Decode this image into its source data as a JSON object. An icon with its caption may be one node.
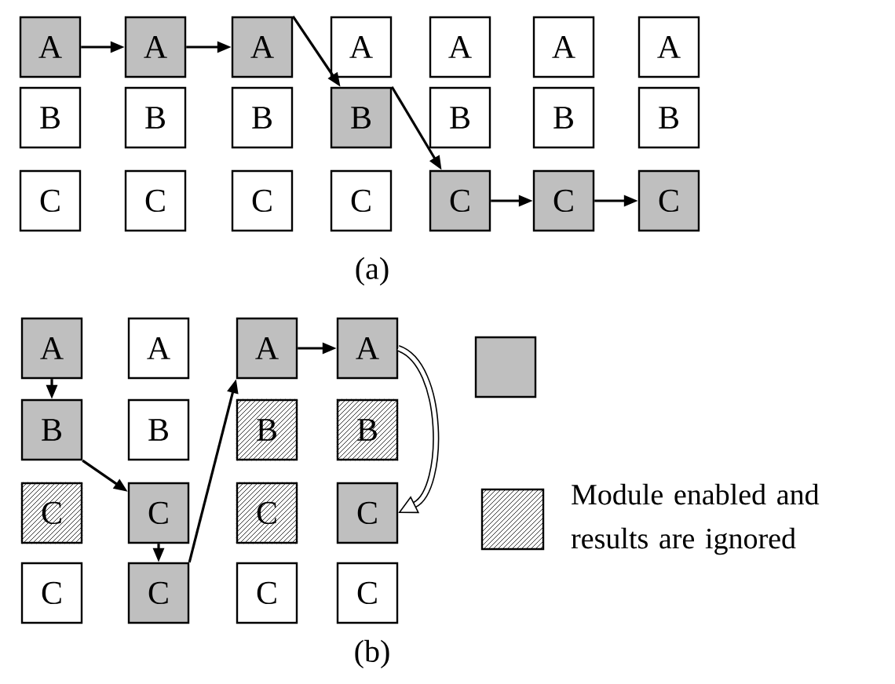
{
  "diagram": {
    "nodes": [
      {
        "text": [
          "A"
        ]
      },
      {
        "text": [
          "A"
        ]
      },
      {
        "text": [
          "A"
        ]
      },
      {
        "text": [
          "A"
        ]
      },
      {
        "text": [
          "A"
        ]
      },
      {
        "text": [
          "A"
        ]
      },
      {
        "text": [
          "A"
        ]
      },
      {
        "text": [
          "B"
        ]
      },
      {
        "text": [
          "B"
        ]
      },
      {
        "text": [
          "B"
        ]
      },
      {
        "text": [
          "B"
        ]
      },
      {
        "text": [
          "B"
        ]
      },
      {
        "text": [
          "B"
        ]
      },
      {
        "text": [
          "B"
        ]
      },
      {
        "text": [
          "C"
        ]
      },
      {
        "text": [
          "C"
        ]
      },
      {
        "text": [
          "C"
        ]
      },
      {
        "text": [
          "C"
        ]
      },
      {
        "text": [
          "C"
        ]
      },
      {
        "text": [
          "C"
        ]
      },
      {
        "text": [
          "C"
        ]
      },
      {
        "text": [
          "A"
        ]
      },
      {
        "text": [
          "A"
        ]
      },
      {
        "text": [
          "A"
        ]
      },
      {
        "text": [
          "A"
        ]
      },
      {
        "text": [
          "B"
        ]
      },
      {
        "text": [
          "B"
        ]
      },
      {
        "text": [
          "B"
        ]
      },
      {
        "text": [
          "B"
        ]
      },
      {
        "text": [
          "C"
        ]
      },
      {
        "text": [
          "C"
        ]
      },
      {
        "text": [
          "C"
        ]
      },
      {
        "text": [
          "C"
        ]
      },
      {
        "text": [
          "C"
        ]
      },
      {
        "text": [
          "C"
        ]
      },
      {
        "text": [
          "C"
        ]
      },
      {
        "text": [
          "C"
        ]
      },
      {
        "text": [],
        "shape": "box"
      }
    ],
    "edges": [
      {
        "from": 0,
        "to": 1,
        "arrow": "to"
      },
      {
        "from": 1,
        "to": 2,
        "arrow": "to"
      },
      {
        "from": 2,
        "to": 10,
        "arrow": "to"
      },
      {
        "from": 10,
        "to": 18,
        "arrow": "to"
      },
      {
        "from": 18,
        "to": 19,
        "arrow": "to"
      },
      {
        "from": 19,
        "to": 20,
        "arrow": "to"
      },
      {
        "from": 21,
        "to": 25,
        "arrow": "to"
      },
      {
        "from": 25,
        "to": 30,
        "arrow": "to"
      },
      {
        "from": 30,
        "to": 34,
        "arrow": "to"
      },
      {
        "from": 34,
        "to": 23,
        "arrow": "to"
      },
      {
        "from": 23,
        "to": 24,
        "arrow": "to"
      },
      {
        "from": 24,
        "to": 32,
        "arrow": "to",
        "style": "thick"
      }
    ],
    "labels": [
      "(a)",
      "(b)"
    ],
    "legend": [
      {
        "text": "Module enabled and results are ignored"
      }
    ]
  }
}
